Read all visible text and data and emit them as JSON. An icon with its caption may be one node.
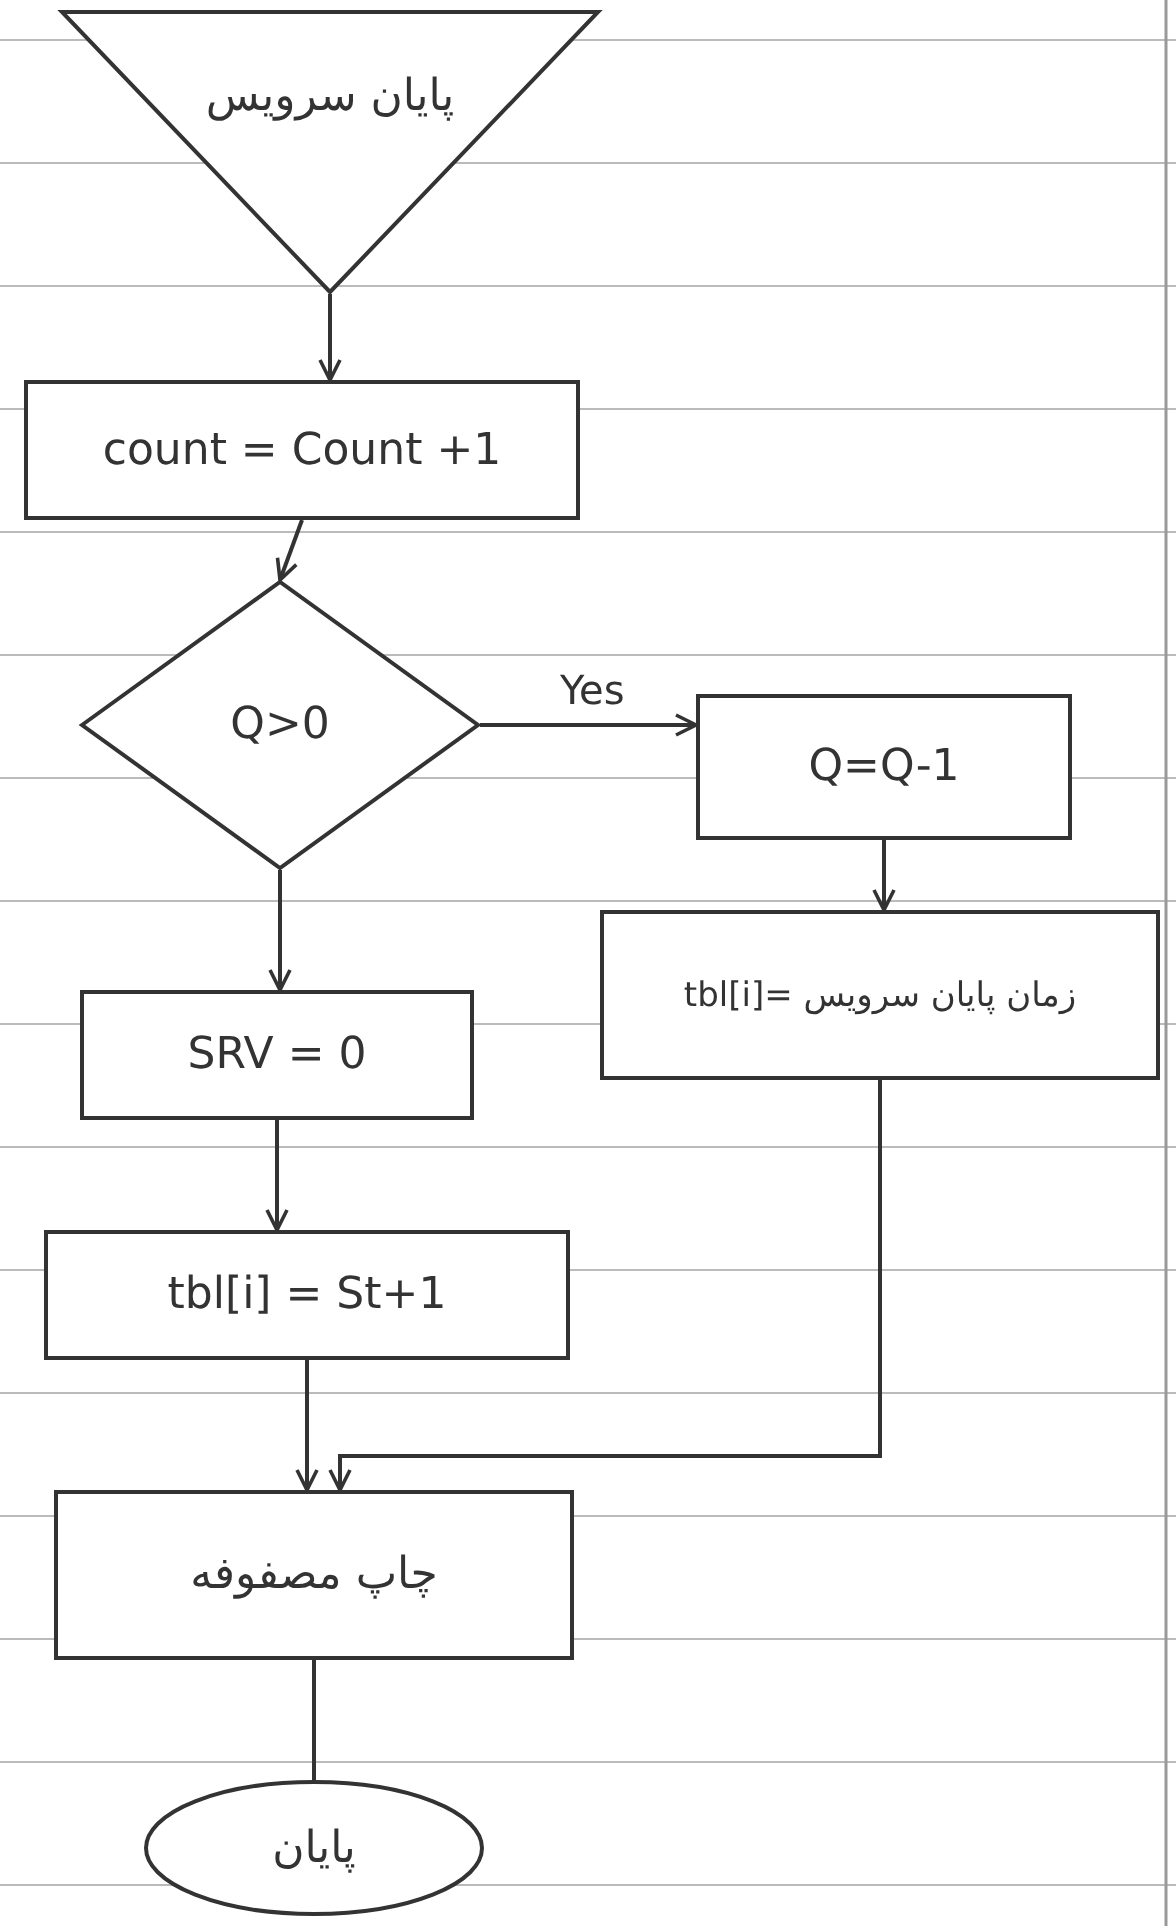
{
  "diagram": {
    "nodes": [
      {
        "text": [
          "پایان سرویس"
        ]
      },
      {
        "text": [
          "count = Count +1"
        ]
      },
      {
        "text": [
          "Q>0"
        ]
      },
      {
        "text": [
          "Q=Q-1"
        ]
      },
      {
        "text": [
          "tbl[i]= زمان پایان سرویس"
        ]
      },
      {
        "text": [
          "SRV = 0"
        ]
      },
      {
        "text": [
          "tbl[i] = St+1"
        ]
      },
      {
        "text": [
          "چاپ مصفوفه"
        ]
      },
      {
        "text": [
          "پایان"
        ]
      }
    ],
    "edges": [
      {
        "from": 0,
        "to": 1,
        "arrow": "to"
      },
      {
        "from": 1,
        "to": 2,
        "arrow": "to"
      },
      {
        "from": 2,
        "to": 3,
        "arrow": "to",
        "label": "Yes"
      },
      {
        "from": 3,
        "to": 4,
        "arrow": "to"
      },
      {
        "from": 2,
        "to": 5,
        "arrow": "to"
      },
      {
        "from": 5,
        "to": 6,
        "arrow": "to"
      },
      {
        "from": 6,
        "to": 7,
        "arrow": "to"
      },
      {
        "from": 4,
        "to": 7,
        "arrow": "to"
      },
      {
        "from": 7,
        "to": 8,
        "arrow": "none"
      }
    ]
  }
}
